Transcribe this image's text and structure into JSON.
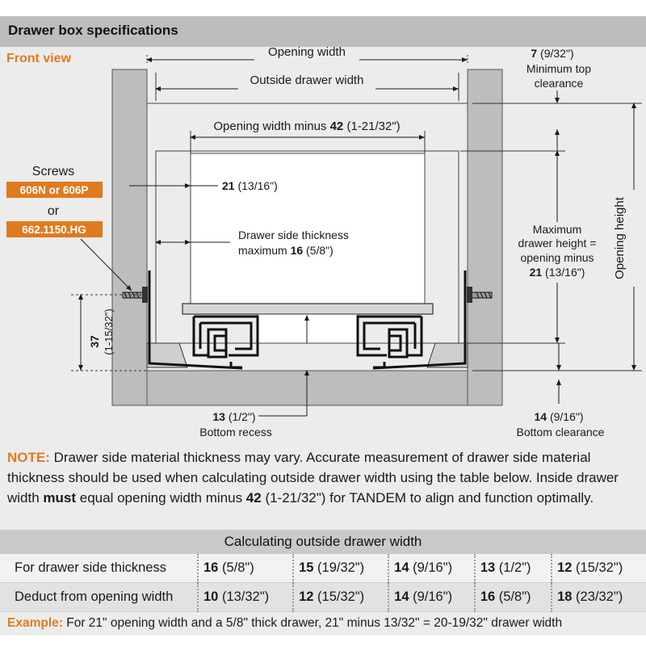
{
  "header": {
    "title": "Drawer box specifications"
  },
  "diagram": {
    "view_label": "Front view",
    "opening_width": "Opening width",
    "outside_drawer_width": "Outside drawer width",
    "opening_minus": {
      "prefix": "Opening width minus ",
      "bold": "42",
      "suffix": " (1-21/32\")"
    },
    "dim_21": {
      "bold": "21",
      "suffix": " (13/16\")"
    },
    "side_thickness": {
      "line1": "Drawer side thickness",
      "line2_prefix": "maximum ",
      "bold": "16",
      "suffix": " (5/8\")"
    },
    "screws": {
      "label": "Screws",
      "part1": "606N or 606P",
      "or": "or",
      "part2": "662.1150.HG"
    },
    "dim_37": {
      "bold": "37",
      "sub": "(1-15/32\")"
    },
    "top_clearance": {
      "bold": "7",
      "suffix": " (9/32\")",
      "line2": "Minimum top",
      "line3": "clearance"
    },
    "max_height": {
      "line1": "Maximum",
      "line2": "drawer height =",
      "line3": "opening minus",
      "bold": "21",
      "suffix": " (13/16\")"
    },
    "opening_height": "Opening height",
    "bottom_recess": {
      "bold": "13",
      "suffix": " (1/2\")",
      "line2": "Bottom recess"
    },
    "bottom_clearance": {
      "bold": "14",
      "suffix": " (9/16\")",
      "line2": "Bottom clearance"
    },
    "colors": {
      "accent": "#e07a1f",
      "cabinet": "#bdbdbd",
      "line": "#1a1a1a"
    }
  },
  "note": {
    "label": "NOTE:",
    "text1": " Drawer side material thickness may vary. Accurate measurement of drawer side material thickness should be used when calculating outside drawer width using the table below. Inside drawer width ",
    "bold": "must",
    "text2": " equal opening width minus  ",
    "bold2": "42",
    "text3": " (1-21/32\") for TANDEM to align and function optimally."
  },
  "table": {
    "title": "Calculating outside drawer width",
    "rows": [
      {
        "label": "For drawer side thickness",
        "cells": [
          {
            "b": "16",
            "s": " (5/8\")"
          },
          {
            "b": "15",
            "s": " (19/32\")"
          },
          {
            "b": "14",
            "s": " (9/16\")"
          },
          {
            "b": "13",
            "s": " (1/2\")"
          },
          {
            "b": "12",
            "s": " (15/32\")"
          }
        ]
      },
      {
        "label": "Deduct from opening width",
        "cells": [
          {
            "b": "10",
            "s": " (13/32\")"
          },
          {
            "b": "12",
            "s": " (15/32\")"
          },
          {
            "b": "14",
            "s": " (9/16\")"
          },
          {
            "b": "16",
            "s": " (5/8\")"
          },
          {
            "b": "18",
            "s": " (23/32\")"
          }
        ]
      }
    ]
  },
  "example": {
    "label": "Example:",
    "text": " For 21\" opening width and a 5/8\" thick drawer, 21\" minus 13/32\" = 20-19/32\" drawer width"
  }
}
